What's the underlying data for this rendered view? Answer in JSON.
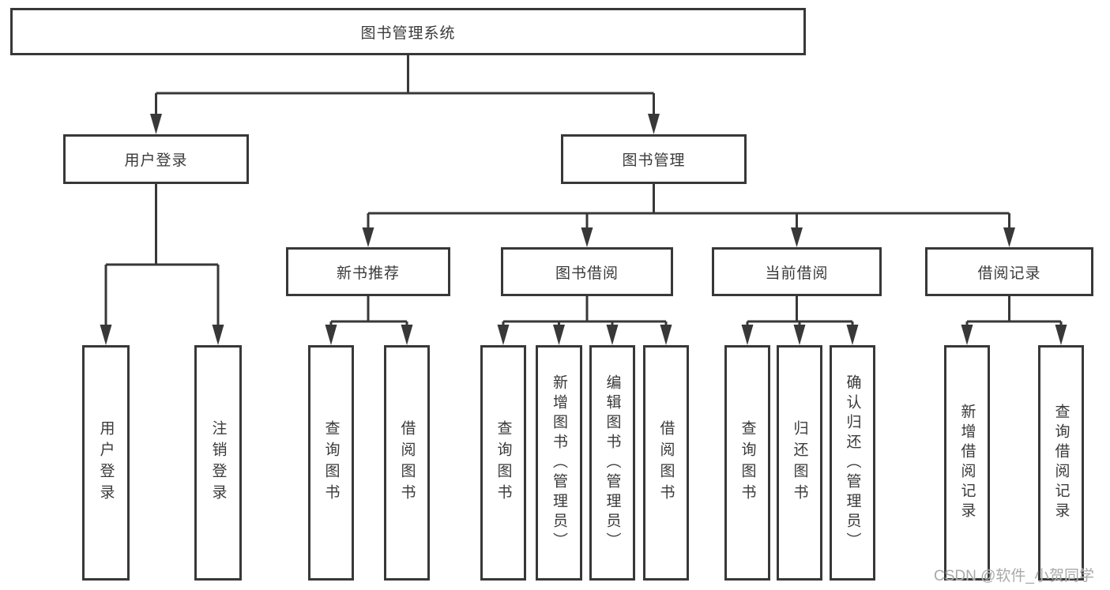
{
  "colors": {
    "line": "#383838",
    "border": "#383838",
    "text": "#3a3a3a",
    "background": "#ffffff",
    "watermark": "#a9a9a9"
  },
  "watermark": "CSDN @软件_小贺同学",
  "tree": {
    "label": "图书管理系统",
    "children": [
      {
        "label": "用户登录",
        "children": [
          {
            "label": "用户登录"
          },
          {
            "label": "注销登录"
          }
        ]
      },
      {
        "label": "图书管理",
        "children": [
          {
            "label": "新书推荐",
            "children": [
              {
                "label": "查询图书"
              },
              {
                "label": "借阅图书"
              }
            ]
          },
          {
            "label": "图书借阅",
            "children": [
              {
                "label": "查询图书"
              },
              {
                "label": "新增图书（管理员）"
              },
              {
                "label": "编辑图书（管理员）"
              },
              {
                "label": "借阅图书"
              }
            ]
          },
          {
            "label": "当前借阅",
            "children": [
              {
                "label": "查询图书"
              },
              {
                "label": "归还图书"
              },
              {
                "label": "确认归还（管理员）"
              }
            ]
          },
          {
            "label": "借阅记录",
            "children": [
              {
                "label": "新增借阅记录"
              },
              {
                "label": "查询借阅记录"
              }
            ]
          }
        ]
      }
    ]
  }
}
